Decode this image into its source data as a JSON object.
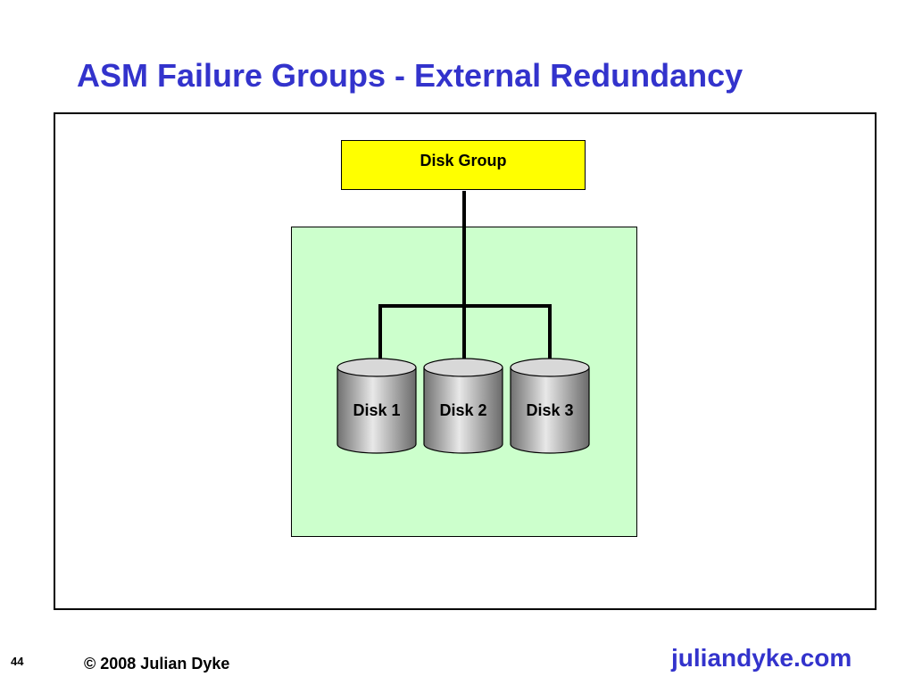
{
  "slide": {
    "title": "ASM Failure Groups - External Redundancy",
    "number": "44",
    "copyright": "© 2008 Julian Dyke",
    "site": "juliandyke.com"
  },
  "diagram": {
    "disk_group_label": "Disk Group",
    "disks": [
      {
        "label": "Disk 1"
      },
      {
        "label": "Disk 2"
      },
      {
        "label": "Disk 3"
      }
    ]
  },
  "colors": {
    "title": "#3333cc",
    "disk_group_fill": "#ffff00",
    "failure_group_fill": "#ccffcc",
    "disk_fill": "#a0a0a0"
  }
}
